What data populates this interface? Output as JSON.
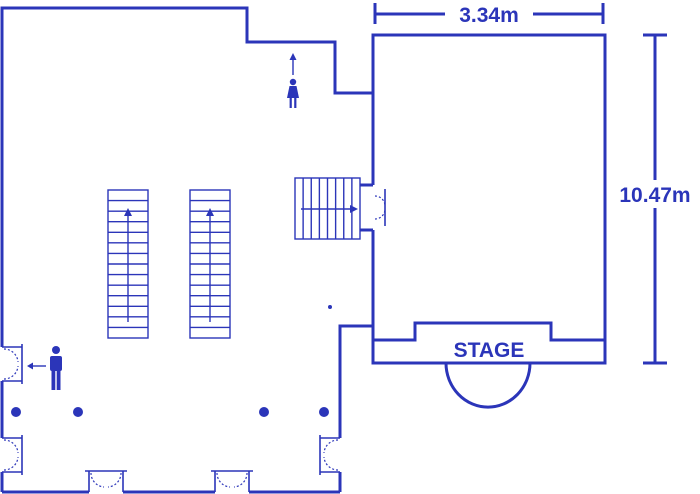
{
  "plan": {
    "colors": {
      "line": "#2b35b9",
      "background": "#ffffff"
    },
    "dimensions": {
      "width_label": "3.34m",
      "height_label": "10.47m"
    },
    "stage": {
      "label": "STAGE"
    },
    "icons": [
      "female-restroom-icon",
      "male-restroom-icon",
      "stair-up-arrow-icon",
      "pillar-dot-icon",
      "double-door-icon"
    ]
  }
}
